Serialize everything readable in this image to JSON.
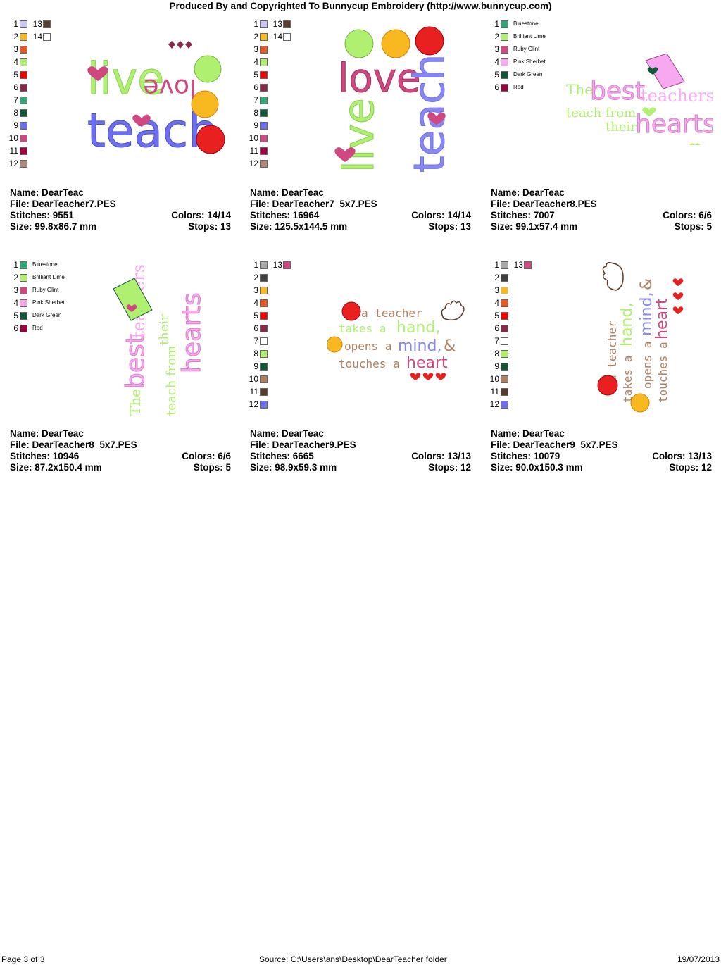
{
  "header": "Produced By and Copyrighted To Bunnycup Embroidery (http://www.bunnycup.com)",
  "footer": {
    "page": "Page 3 of 3",
    "source": "Source: C:\\Users\\ans\\Desktop\\DearTeacher folder",
    "date": "19/07/2013"
  },
  "labels": {
    "name": "Name: ",
    "file": "File: ",
    "stitches": "Stitches: ",
    "size": "Size: ",
    "colors": "Colors: ",
    "stops": "Stops: "
  },
  "cards": [
    {
      "name": "DearTeac",
      "file": "DearTeacher7.PES",
      "stitches": "9551",
      "size": "99.8x86.7 mm",
      "colors": "14/14",
      "stops": "13",
      "design_text": [
        "live",
        "love",
        "teach"
      ],
      "swatches": [
        {
          "num": "1",
          "color": "#c8c8f8"
        },
        {
          "num": "2",
          "color": "#f8b820"
        },
        {
          "num": "3",
          "color": "#e85820"
        },
        {
          "num": "4",
          "color": "#b0f070"
        },
        {
          "num": "5",
          "color": "#f80000"
        },
        {
          "num": "6",
          "color": "#8a2848"
        },
        {
          "num": "7",
          "color": "#30a878"
        },
        {
          "num": "8",
          "color": "#105838"
        },
        {
          "num": "9",
          "color": "#6c70f0"
        },
        {
          "num": "10",
          "color": "#d04880"
        },
        {
          "num": "11",
          "color": "#a00040"
        },
        {
          "num": "12",
          "color": "#b08878"
        },
        {
          "num": "13",
          "color": "#5a3a2a"
        },
        {
          "num": "14",
          "color": "#ffffff"
        }
      ]
    },
    {
      "name": "DearTeac",
      "file": "DearTeacher7_5x7.PES",
      "stitches": "16964",
      "size": "125.5x144.5 mm",
      "colors": "14/14",
      "stops": "13",
      "design_text": [
        "love",
        "live",
        "teach"
      ],
      "swatches": [
        {
          "num": "1",
          "color": "#c8c8f8"
        },
        {
          "num": "2",
          "color": "#f8b820"
        },
        {
          "num": "3",
          "color": "#e85820"
        },
        {
          "num": "4",
          "color": "#b0f070"
        },
        {
          "num": "5",
          "color": "#f80000"
        },
        {
          "num": "6",
          "color": "#8a2848"
        },
        {
          "num": "7",
          "color": "#30a878"
        },
        {
          "num": "8",
          "color": "#105838"
        },
        {
          "num": "9",
          "color": "#6c70f0"
        },
        {
          "num": "10",
          "color": "#d04880"
        },
        {
          "num": "11",
          "color": "#a00040"
        },
        {
          "num": "12",
          "color": "#b08878"
        },
        {
          "num": "13",
          "color": "#5a3a2a"
        },
        {
          "num": "14",
          "color": "#ffffff"
        }
      ]
    },
    {
      "name": "DearTeac",
      "file": "DearTeacher8.PES",
      "stitches": "7007",
      "size": "99.1x57.4 mm",
      "colors": "6/6",
      "stops": "5",
      "design_text": [
        "The",
        "best",
        "teachers",
        "teach from",
        "their",
        "hearts"
      ],
      "swatches": [
        {
          "num": "1",
          "color": "#30a878",
          "label": "Bluestone"
        },
        {
          "num": "2",
          "color": "#b0f070",
          "label": "Brilliant Lime"
        },
        {
          "num": "3",
          "color": "#d04880",
          "label": "Ruby Glint"
        },
        {
          "num": "4",
          "color": "#f8a8f0",
          "label": "Pink Sherbet"
        },
        {
          "num": "5",
          "color": "#105838",
          "label": "Dark Green"
        },
        {
          "num": "6",
          "color": "#a00040",
          "label": "Red"
        }
      ]
    },
    {
      "name": "DearTeac",
      "file": "DearTeacher8_5x7.PES",
      "stitches": "10946",
      "size": "87.2x150.4 mm",
      "colors": "6/6",
      "stops": "5",
      "design_text": [
        "The",
        "best",
        "teachers",
        "teach from",
        "their",
        "hearts"
      ],
      "swatches": [
        {
          "num": "1",
          "color": "#30a878",
          "label": "Bluestone"
        },
        {
          "num": "2",
          "color": "#b0f070",
          "label": "Brilliant Lime"
        },
        {
          "num": "3",
          "color": "#d04880",
          "label": "Ruby Glint"
        },
        {
          "num": "4",
          "color": "#f8a8f0",
          "label": "Pink Sherbet"
        },
        {
          "num": "5",
          "color": "#105838",
          "label": "Dark Green"
        },
        {
          "num": "6",
          "color": "#a00040",
          "label": "Red"
        }
      ]
    },
    {
      "name": "DearTeac",
      "file": "DearTeacher9.PES",
      "stitches": "6665",
      "size": "98.9x59.3 mm",
      "colors": "13/13",
      "stops": "12",
      "design_text": [
        "a teacher",
        "takes a",
        "hand,",
        "opens a",
        "mind,",
        "&",
        "touches a",
        "heart"
      ],
      "swatches": [
        {
          "num": "1",
          "color": "#a8a8a8"
        },
        {
          "num": "2",
          "color": "#404040"
        },
        {
          "num": "3",
          "color": "#f8b820"
        },
        {
          "num": "4",
          "color": "#e85820"
        },
        {
          "num": "5",
          "color": "#f80000"
        },
        {
          "num": "6",
          "color": "#8a2848"
        },
        {
          "num": "7",
          "color": "#ffffff"
        },
        {
          "num": "8",
          "color": "#b0f070"
        },
        {
          "num": "9",
          "color": "#105838"
        },
        {
          "num": "10",
          "color": "#b08060"
        },
        {
          "num": "11",
          "color": "#5a3a2a"
        },
        {
          "num": "12",
          "color": "#6c70f0"
        },
        {
          "num": "13",
          "color": "#d04880"
        }
      ]
    },
    {
      "name": "DearTeac",
      "file": "DearTeacher9_5x7.PES",
      "stitches": "10079",
      "size": "90.0x150.3 mm",
      "colors": "13/13",
      "stops": "12",
      "design_text": [
        "a teacher",
        "takes a",
        "hand,",
        "opens a",
        "mind,",
        "&",
        "touches a",
        "heart"
      ],
      "swatches": [
        {
          "num": "1",
          "color": "#a8a8a8"
        },
        {
          "num": "2",
          "color": "#404040"
        },
        {
          "num": "3",
          "color": "#f8b820"
        },
        {
          "num": "4",
          "color": "#e85820"
        },
        {
          "num": "5",
          "color": "#f80000"
        },
        {
          "num": "6",
          "color": "#8a2848"
        },
        {
          "num": "7",
          "color": "#ffffff"
        },
        {
          "num": "8",
          "color": "#b0f070"
        },
        {
          "num": "9",
          "color": "#105838"
        },
        {
          "num": "10",
          "color": "#b08060"
        },
        {
          "num": "11",
          "color": "#5a3a2a"
        },
        {
          "num": "12",
          "color": "#6c70f0"
        },
        {
          "num": "13",
          "color": "#d04880"
        }
      ]
    }
  ]
}
